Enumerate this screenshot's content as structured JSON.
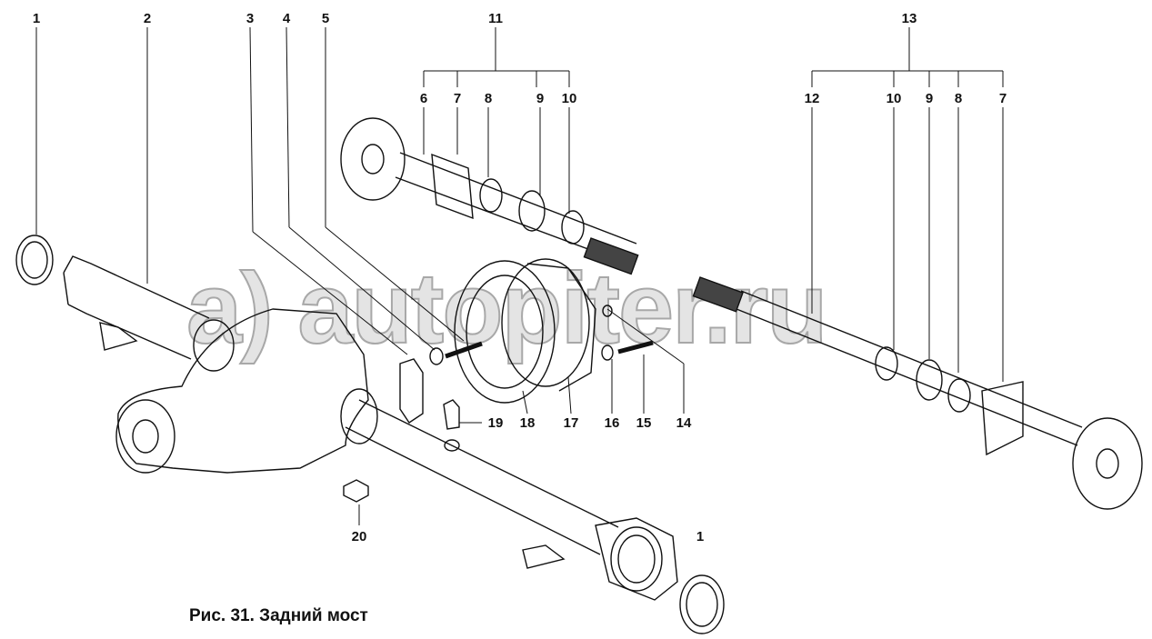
{
  "caption": "Рис. 31. Задний мост",
  "watermark": "a) autopiter.ru",
  "labels": {
    "l1a": "1",
    "l2": "2",
    "l3": "3",
    "l4": "4",
    "l5": "5",
    "l11": "11",
    "l13": "13",
    "l6": "6",
    "l7a": "7",
    "l8a": "8",
    "l9a": "9",
    "l10a": "10",
    "l12": "12",
    "l10b": "10",
    "l9b": "9",
    "l8b": "8",
    "l7b": "7",
    "l19": "19",
    "l18": "18",
    "l17": "17",
    "l16": "16",
    "l15": "15",
    "l14": "14",
    "l20": "20",
    "l1b": "1"
  }
}
